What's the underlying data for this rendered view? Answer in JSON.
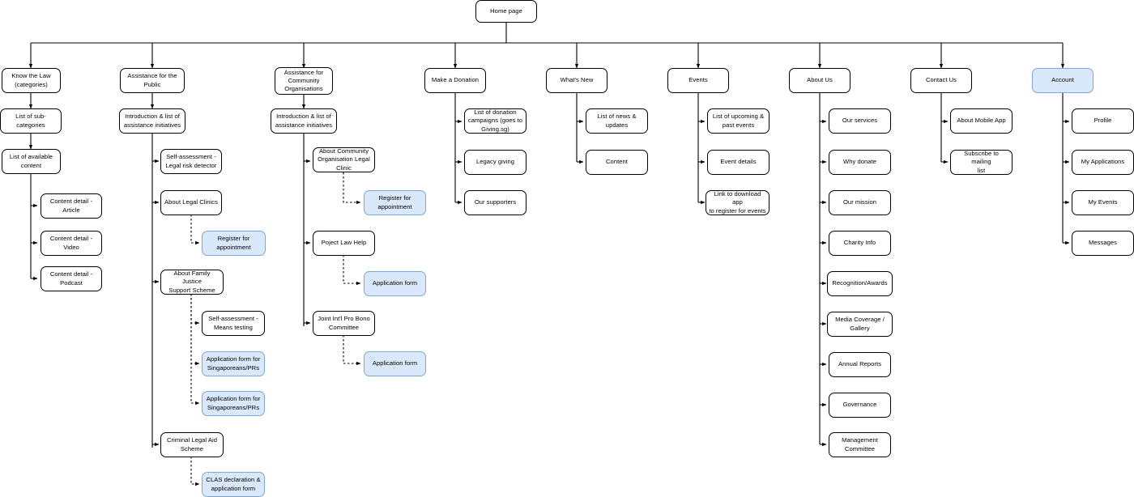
{
  "diagram": {
    "title": "Home page",
    "type": "sitemap-tree",
    "background": "#ffffff",
    "colors": {
      "node_fill": "#ffffff",
      "node_stroke": "#000000",
      "highlight_fill": "#dae8fc",
      "highlight_stroke": "#7ea6d9",
      "edge_solid": "#000000",
      "edge_dashed": "#000000"
    },
    "root": {
      "label": "Home page"
    },
    "columns": [
      {
        "id": "know-the-law",
        "top": {
          "label": "Know the Law\n(categories)"
        },
        "children": [
          {
            "label": "List of sub-categories"
          },
          {
            "label": "List of available\ncontent"
          },
          {
            "label": "Content detail -\nArticle"
          },
          {
            "label": "Content detail -\nVideo"
          },
          {
            "label": "Content detail -\nPodcast"
          }
        ]
      },
      {
        "id": "assistance-for-the-public",
        "top": {
          "label": "Assistance for the\nPublic"
        },
        "children": [
          {
            "label": "Introduction & list of\nassistance initiatives"
          },
          {
            "label": "Self-assessment -\nLegal risk detector"
          },
          {
            "label": "About Legal Clinics"
          },
          {
            "label": "Register for\nappointment",
            "highlight": true
          },
          {
            "label": "About Family Justice\nSupport Scheme"
          },
          {
            "label": "Self-assessment -\nMeans testing"
          },
          {
            "label": "Application form for\nSingaporeans/PRs",
            "highlight": true
          },
          {
            "label": "Application form for\nSingaporeans/PRs",
            "highlight": true
          },
          {
            "label": "Criminal Legal Aid\nScheme"
          },
          {
            "label": "CLAS declaration &\napplication form",
            "highlight": true
          }
        ]
      },
      {
        "id": "assistance-for-community-organisations",
        "top": {
          "label": "Assistance for\nCommunity\nOrganisations"
        },
        "children": [
          {
            "label": "Introduction & list of\nassistance initiatives"
          },
          {
            "label": "About Community\nOrganisation Legal\nClinic"
          },
          {
            "label": "Register for\nappointment",
            "highlight": true
          },
          {
            "label": "Poject Law Help"
          },
          {
            "label": "Application form",
            "highlight": true
          },
          {
            "label": "Joint Int'l Pro Bono\nCommittee"
          },
          {
            "label": "Application form",
            "highlight": true
          }
        ]
      },
      {
        "id": "make-a-donation",
        "top": {
          "label": "Make a Donation"
        },
        "children": [
          {
            "label": "List of donation\ncampaigns (goes to\nGiving.sg)"
          },
          {
            "label": "Legacy giving"
          },
          {
            "label": "Our supporters"
          }
        ]
      },
      {
        "id": "whats-new",
        "top": {
          "label": "What's New"
        },
        "children": [
          {
            "label": "List of news &\nupdates"
          },
          {
            "label": "Content"
          }
        ]
      },
      {
        "id": "events",
        "top": {
          "label": "Events"
        },
        "children": [
          {
            "label": "List of upcoming &\npast events"
          },
          {
            "label": "Event details"
          },
          {
            "label": "Link to download app\nto register for events"
          }
        ]
      },
      {
        "id": "about-us",
        "top": {
          "label": "About Us"
        },
        "children": [
          {
            "label": "Our services"
          },
          {
            "label": "Why donate"
          },
          {
            "label": "Our mission"
          },
          {
            "label": "Charity Info"
          },
          {
            "label": "Recognition/Awards"
          },
          {
            "label": "Media Coverage /\nGallery"
          },
          {
            "label": "Annual Reports"
          },
          {
            "label": "Governance"
          },
          {
            "label": "Management\nCommittee"
          }
        ]
      },
      {
        "id": "contact-us",
        "top": {
          "label": "Contact Us"
        },
        "children": [
          {
            "label": "About Mobile App"
          },
          {
            "label": "Subscribe to mailing\nlist"
          }
        ]
      },
      {
        "id": "account",
        "top": {
          "label": "Account",
          "highlight": true
        },
        "children": [
          {
            "label": "Profile"
          },
          {
            "label": "My Applications"
          },
          {
            "label": "My Events"
          },
          {
            "label": "Messages"
          }
        ]
      }
    ]
  }
}
